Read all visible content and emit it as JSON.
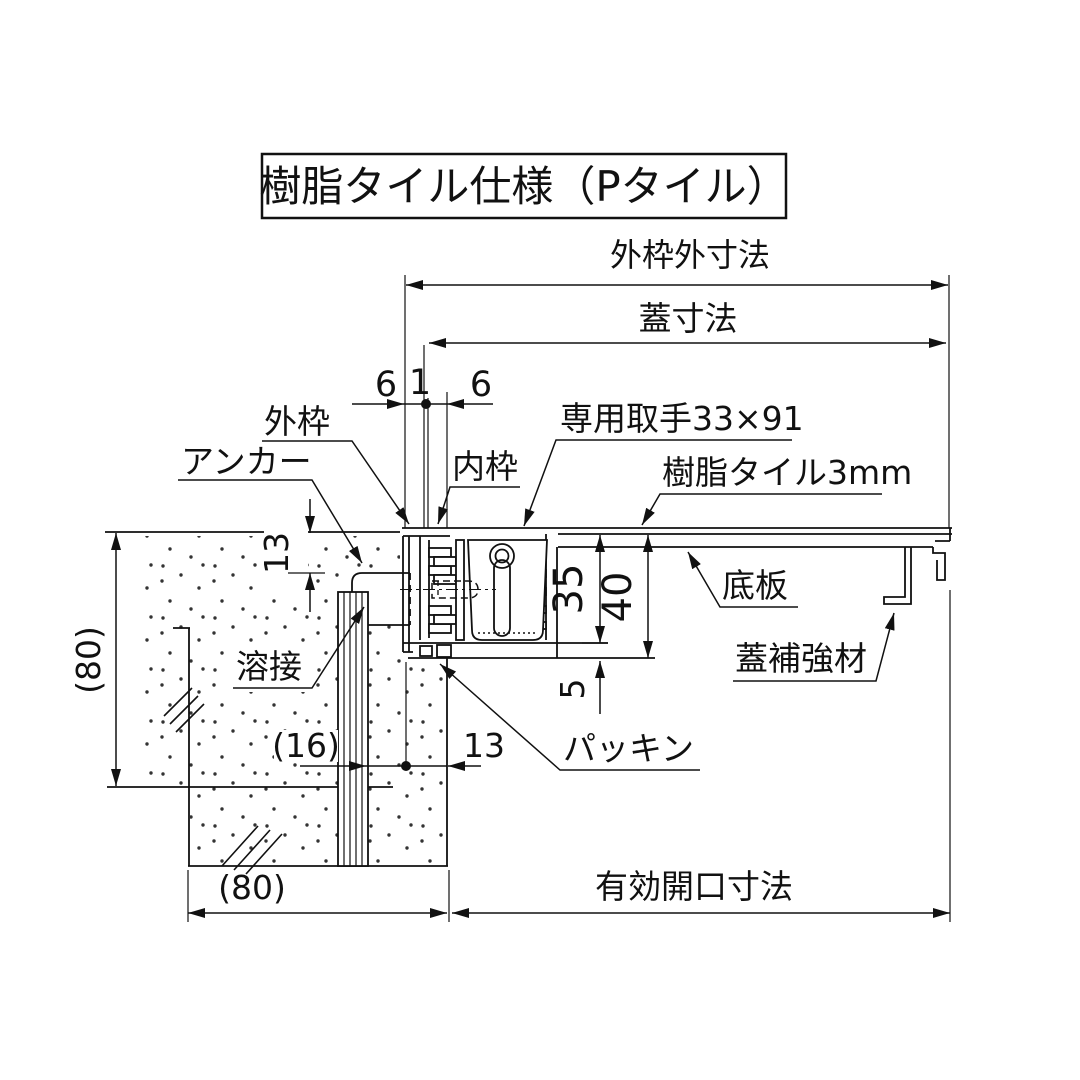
{
  "title": "樹脂タイル仕様（Pタイル）",
  "dimensions": {
    "outer_frame_outer": "外枠外寸法",
    "lid": "蓋寸法",
    "effective_opening": "有効開口寸法",
    "six_left": "6",
    "one": "1",
    "six_right": "6",
    "thirteen_vertical": "13",
    "eighty_left": "(80)",
    "thirty_five": "35",
    "forty": "40",
    "five": "5",
    "sixteen": "(16)",
    "thirteen_horizontal": "13",
    "eighty_bottom": "(80)"
  },
  "labels": {
    "outer_frame": "外枠",
    "anchor": "アンカー",
    "inner_frame": "内枠",
    "handle": "専用取手33×91",
    "resin_tile": "樹脂タイル3mm",
    "bottom_plate": "底板",
    "welding": "溶接",
    "lid_reinforcement": "蓋補強材",
    "packing": "パッキン"
  },
  "colors": {
    "line": "#111111",
    "background": "#ffffff"
  }
}
